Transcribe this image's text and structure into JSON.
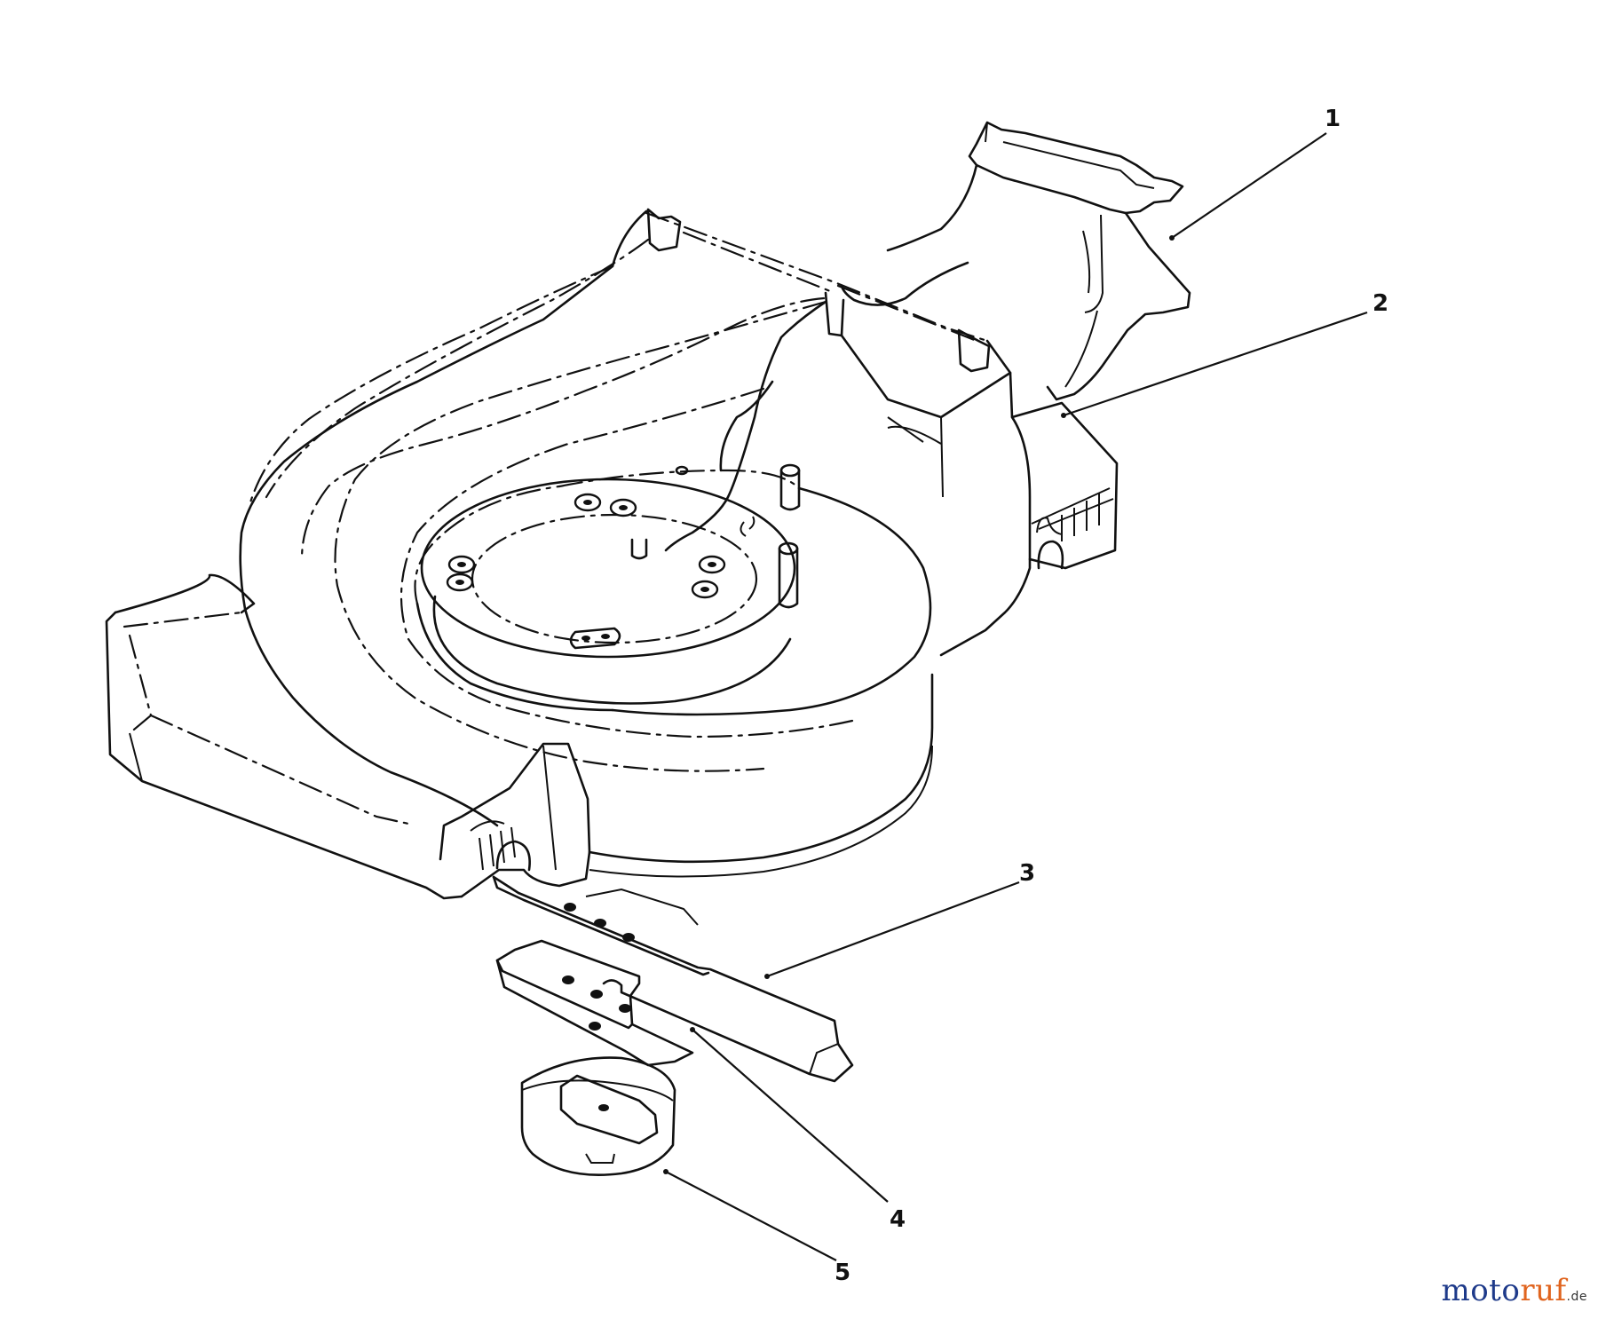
{
  "callouts": [
    {
      "id": "1",
      "label": "1"
    },
    {
      "id": "2",
      "label": "2"
    },
    {
      "id": "3",
      "label": "3"
    },
    {
      "id": "4",
      "label": "4"
    },
    {
      "id": "5",
      "label": "5"
    }
  ],
  "watermark": {
    "part1": "moto",
    "part2": "ruf",
    "tld": ".de"
  }
}
